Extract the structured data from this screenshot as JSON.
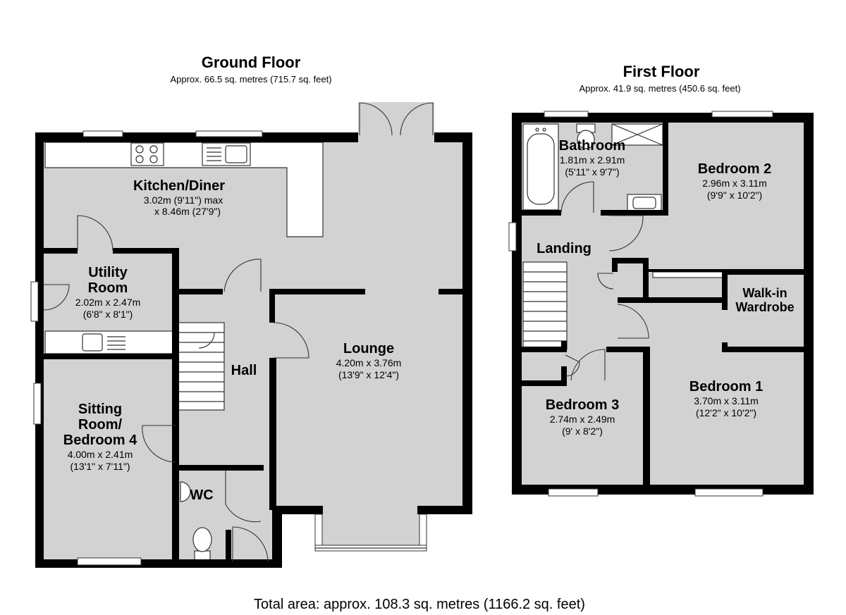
{
  "ground_floor": {
    "title": "Ground Floor",
    "area": "Approx. 66.5 sq. metres (715.7 sq. feet)",
    "rooms": {
      "kitchen": {
        "name": "Kitchen/Diner",
        "dim1": "3.02m (9'11\") max",
        "dim2": "x 8.46m (27'9\")"
      },
      "utility": {
        "name1": "Utility",
        "name2": "Room",
        "dim1": "2.02m x 2.47m",
        "dim2": "(6'8\" x 8'1\")"
      },
      "sitting": {
        "name1": "Sitting",
        "name2": "Room/",
        "name3": "Bedroom 4",
        "dim1": "4.00m x 2.41m",
        "dim2": "(13'1\" x 7'11\")"
      },
      "hall": {
        "name": "Hall"
      },
      "wc": {
        "name": "WC"
      },
      "lounge": {
        "name": "Lounge",
        "dim1": "4.20m x 3.76m",
        "dim2": "(13'9\" x 12'4\")"
      }
    }
  },
  "first_floor": {
    "title": "First Floor",
    "area": "Approx. 41.9 sq. metres (450.6 sq. feet)",
    "rooms": {
      "bathroom": {
        "name": "Bathroom",
        "dim1": "1.81m x 2.91m",
        "dim2": "(5'11\" x 9'7\")"
      },
      "bedroom2": {
        "name": "Bedroom 2",
        "dim1": "2.96m x 3.11m",
        "dim2": "(9'9\" x 10'2\")"
      },
      "landing": {
        "name": "Landing"
      },
      "walkin": {
        "name1": "Walk-in",
        "name2": "Wardrobe"
      },
      "bedroom1": {
        "name": "Bedroom 1",
        "dim1": "3.70m x 3.11m",
        "dim2": "(12'2\" x 10'2\")"
      },
      "bedroom3": {
        "name": "Bedroom 3",
        "dim1": "2.74m x 2.49m",
        "dim2": "(9' x 8'2\")"
      }
    }
  },
  "total_area": "Total area: approx. 108.3 sq. metres (1166.2 sq. feet)"
}
